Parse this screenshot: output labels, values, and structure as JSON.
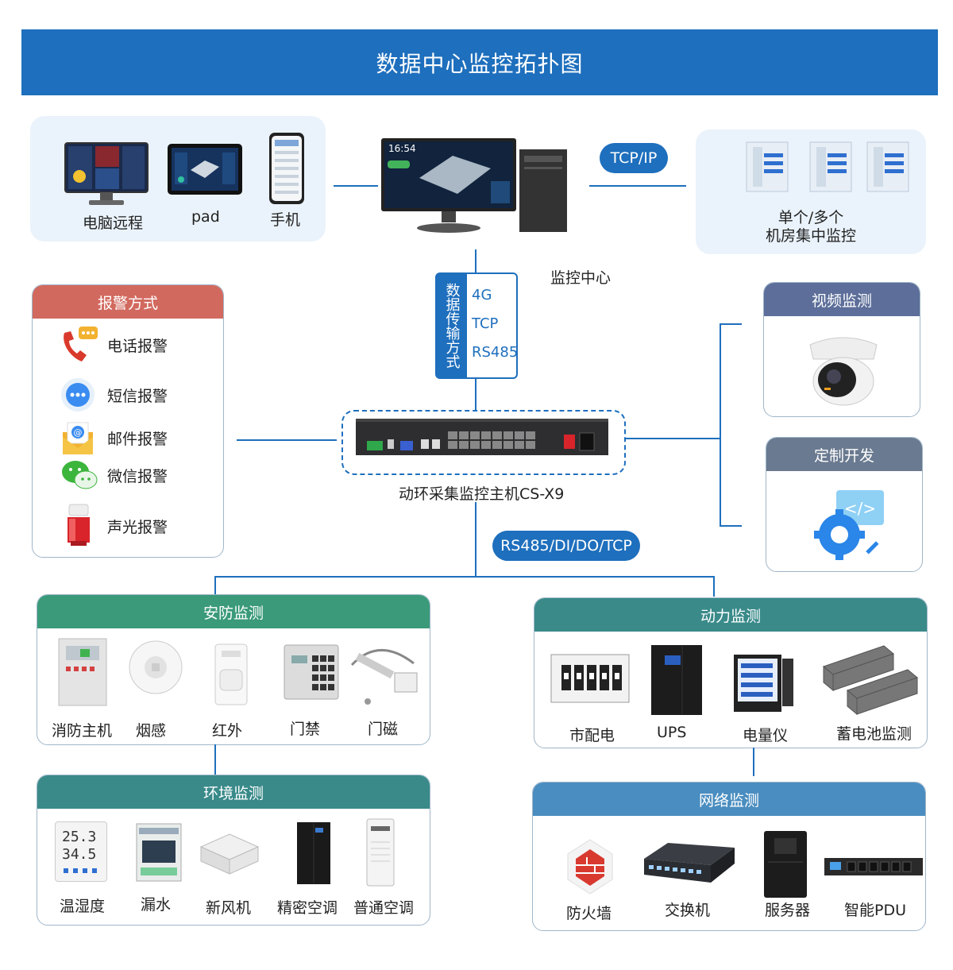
{
  "title": "数据中心监控拓扑图",
  "remote_panel": {
    "items": [
      {
        "label": "电脑远程",
        "icon": "monitor-icon"
      },
      {
        "label": "pad",
        "icon": "tablet-icon"
      },
      {
        "label": "手机",
        "icon": "phone-icon"
      }
    ]
  },
  "center": {
    "label": "监控中心",
    "screen_time": "16:54",
    "protocol_pill": "TCP/IP"
  },
  "rooms_panel": {
    "label_line1": "单个/多个",
    "label_line2": "机房集中监控"
  },
  "transmission": {
    "title": "数据传输方式",
    "options": [
      "4G",
      "TCP",
      "RS485"
    ]
  },
  "alarm": {
    "title": "报警方式",
    "items": [
      {
        "label": "电话报警",
        "icon": "telephone-icon"
      },
      {
        "label": "短信报警",
        "icon": "sms-icon"
      },
      {
        "label": "邮件报警",
        "icon": "email-icon"
      },
      {
        "label": "微信报警",
        "icon": "wechat-icon"
      },
      {
        "label": "声光报警",
        "icon": "siren-icon"
      }
    ]
  },
  "host": {
    "label": "动环采集监控主机CS-X9",
    "bus_pill": "RS485/DI/DO/TCP"
  },
  "video": {
    "title": "视频监测"
  },
  "custom": {
    "title": "定制开发"
  },
  "security": {
    "title": "安防监测",
    "items": [
      "消防主机",
      "烟感",
      "红外",
      "门禁",
      "门磁"
    ]
  },
  "environment": {
    "title": "环境监测",
    "items": [
      "温湿度",
      "漏水",
      "新风机",
      "精密空调",
      "普通空调"
    ],
    "temp_display": "25.3",
    "hum_display": "34.5"
  },
  "power": {
    "title": "动力监测",
    "items": [
      "市配电",
      "UPS",
      "电量仪",
      "蓄电池监测"
    ]
  },
  "network": {
    "title": "网络监测",
    "items": [
      "防火墙",
      "交换机",
      "服务器",
      "智能PDU"
    ]
  },
  "colors": {
    "primary_blue": "#1e6fbd",
    "alarm_red": "#d2695f",
    "section_green": "#3a9a7a",
    "section_teal": "#3a8a8a",
    "network_blue": "#4a8dc0",
    "video_slate": "#5c6e99",
    "custom_gray": "#6a7a90"
  }
}
